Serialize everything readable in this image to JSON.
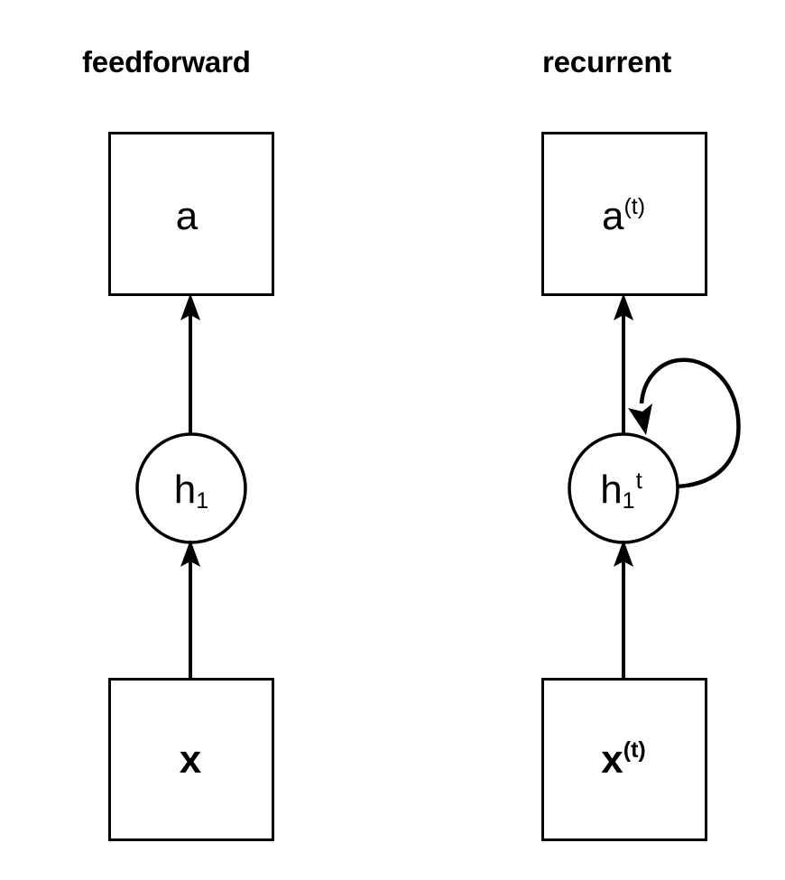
{
  "figure": {
    "background_color": "#ffffff",
    "stroke_color": "#000000",
    "panels": [
      {
        "id": "feedforward",
        "title": "feedforward",
        "nodes": {
          "output": {
            "shape": "rectangle",
            "label_base": "a",
            "label_sup": "",
            "label_sub": "",
            "bold": false
          },
          "hidden": {
            "shape": "circle",
            "label_base": "h",
            "label_sup": "",
            "label_sub": "1",
            "bold": false
          },
          "input": {
            "shape": "rectangle",
            "label_base": "x",
            "label_sup": "",
            "label_sub": "",
            "bold": true
          }
        },
        "edges": [
          {
            "from": "input",
            "to": "hidden",
            "type": "arrow",
            "direction": "up"
          },
          {
            "from": "hidden",
            "to": "output",
            "type": "arrow",
            "direction": "up"
          }
        ]
      },
      {
        "id": "recurrent",
        "title": "recurrent",
        "nodes": {
          "output": {
            "shape": "rectangle",
            "label_base": "a",
            "label_sup": "(t)",
            "label_sub": "",
            "bold": false
          },
          "hidden": {
            "shape": "circle",
            "label_base": "h",
            "label_sup": "t",
            "label_sub": "1",
            "bold": false
          },
          "input": {
            "shape": "rectangle",
            "label_base": "x",
            "label_sup": "(t)",
            "label_sub": "",
            "bold": true
          }
        },
        "edges": [
          {
            "from": "input",
            "to": "hidden",
            "type": "arrow",
            "direction": "up"
          },
          {
            "from": "hidden",
            "to": "output",
            "type": "arrow",
            "direction": "up"
          },
          {
            "from": "hidden",
            "to": "hidden",
            "type": "self-loop",
            "direction": "clockwise"
          }
        ]
      }
    ]
  }
}
